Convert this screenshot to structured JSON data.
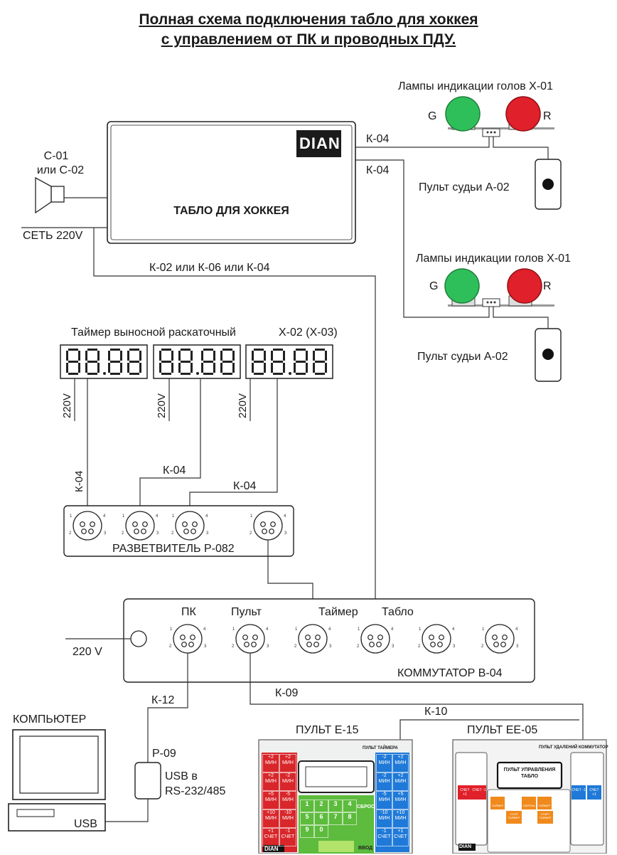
{
  "title": {
    "line1": "Полная схема подключения табло для хоккея",
    "line2": "с управлением от ПК и проводных ПДУ."
  },
  "scoreboard": {
    "logo": "DIAN",
    "name": "ТАБЛО ДЛЯ ХОККЕЯ"
  },
  "speaker": {
    "line1": "С-01",
    "line2": "или С-02"
  },
  "power_main": "СЕТЬ 220V",
  "lamps": {
    "label": "Лампы индикации голов X-01",
    "green": "G",
    "red": "R",
    "colors": {
      "green": "#2fbf5a",
      "red": "#e0202a"
    }
  },
  "referee": "Пульт судьи А-02",
  "cables": {
    "k04": "К-04",
    "k02_06_04": "К-02 или К-06 или К-04",
    "k12": "К-12",
    "k09": "К-09",
    "k10": "К-10"
  },
  "timer": {
    "label": "Таймер выносной раскаточный",
    "model": "X-02 (X-03)",
    "power": "220V"
  },
  "splitter": {
    "name": "РАЗВЕТВИТЕЛЬ Р-082"
  },
  "switchbox": {
    "name": "КОММУТАТОР В-04",
    "power": "220 V",
    "ports": [
      "ПК",
      "Пульт",
      "Таймер",
      "Табло"
    ]
  },
  "computer": {
    "label": "КОМПЬЮТЕР",
    "port": "USB"
  },
  "converter": {
    "model": "P-09",
    "line1": "USB в",
    "line2": "RS-232/485"
  },
  "console_e15": {
    "label": "ПУЛЬТ Е-15",
    "header": "ПУЛЬТ ТАЙМЕРА",
    "left_keys": [
      "+2 МИН",
      "+2 МИН",
      "+2 МИН",
      "-2 МИН",
      "+5 МИН",
      "-5 МИН",
      "+10 МИН",
      "-10 МИН",
      "+1 СЧЕТ",
      "-1 СЧЕТ"
    ],
    "right_keys": [
      "-2 МИН",
      "+2 МИН",
      "-2 МИН",
      "+2 МИН",
      "-5 МИН",
      "+5 МИН",
      "-10 МИН",
      "+10 МИН",
      "-1 СЧЕТ",
      "+1 СЧЕТ"
    ],
    "digits": [
      "1",
      "2",
      "3",
      "4",
      "5",
      "6",
      "7",
      "8",
      "9",
      "0"
    ],
    "key_reset": "СБРОС",
    "key_enter": "ВВОД",
    "logo": "DIAN"
  },
  "console_ee05": {
    "label": "ПУЛЬТ ЕЕ-05",
    "header": "ПУЛЬТ УДАЛЕНИЙ КОММУТАТОР",
    "center_title_1": "ПУЛЬТ УПРАВЛЕНИЯ",
    "center_title_2": "ТАБЛО",
    "key_score_l1": "СЧЕТ +1",
    "key_score_l2": "СЧЕТ -1",
    "key_score_r1": "СЧЕТ -1",
    "key_score_r2": "СЧЕТ +1",
    "key_timer": "ТАЙМЕР",
    "key_siren": "СИРЕНА",
    "key_stop": "СТОП ТАЙМЕР",
    "key_start": "СТАРТ ТАЙМЕР",
    "logo": "DIAN"
  }
}
